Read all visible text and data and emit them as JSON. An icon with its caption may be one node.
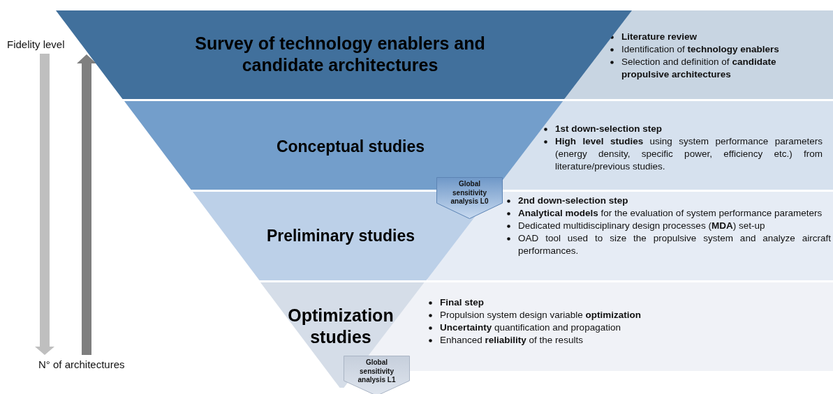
{
  "diagram": {
    "nodes": [
      {
        "text": [
          "Survey of technology enablers and candidate architectures"
        ]
      },
      {
        "text": [
          "Conceptual studies"
        ]
      },
      {
        "text": [
          "Preliminary studies"
        ]
      },
      {
        "text": [
          "Optimization studies"
        ]
      },
      {
        "text": [
          "**Literature review**",
          "Identification of **technology enablers**",
          "Selection and definition of **candidate propulsive architectures**"
        ]
      },
      {
        "text": [
          "**1st down-selection step**",
          "**High level studies** using system performance parameters (energy density, specific power, efficiency etc.) from literature/previous studies."
        ]
      },
      {
        "text": [
          "**2nd down-selection step**",
          "**Analytical models** for the evaluation of system performance parameters",
          "Dedicated multidisciplinary design processes (**MDA**) set-up",
          "OAD tool used to size the propulsive system and analyze aircraft performances."
        ]
      },
      {
        "text": [
          "**Final step**",
          "Propulsion system design variable **optimization**",
          "**Uncertainty** quantification and propagation",
          "Enhanced **reliability** of the results"
        ]
      },
      {
        "text": [
          "Global sensitivity analysis L0"
        ]
      },
      {
        "text": [
          "Global sensitivity analysis L1"
        ]
      }
    ],
    "edges": [],
    "labels": [
      "Fidelity level",
      "N° of architectures"
    ]
  }
}
